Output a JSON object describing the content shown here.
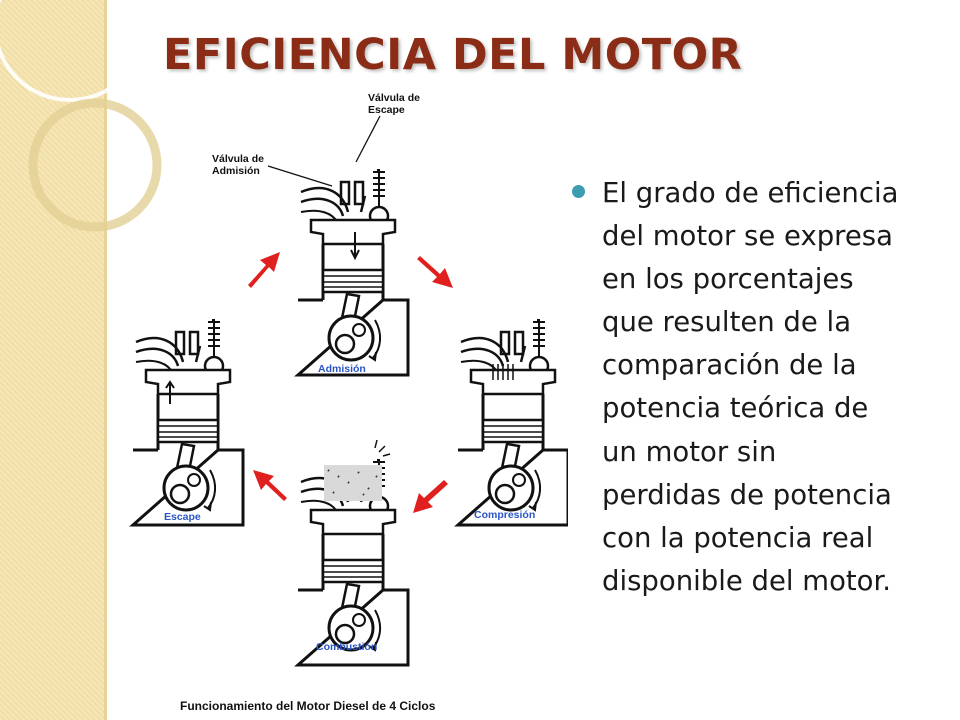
{
  "slide": {
    "title": "EFICIENCIA DEL MOTOR",
    "bullet": "El grado de eficiencia\ndel motor se expresa\nen los porcentajes\nque resulten de la\ncomparación de la\npotencia teórica  de\nun motor sin\nperdidas de potencia\ncon la potencia real\ndisponible del motor."
  },
  "diagram": {
    "labels": {
      "exhaust_valve": [
        "Válvula de",
        "Escape"
      ],
      "intake_valve": [
        "Válvula de",
        "Admisión"
      ]
    },
    "stages": {
      "intake": "Admisión",
      "compression": "Compresión",
      "combustion": "Combustión",
      "exhaust": "Escape"
    },
    "caption": "Funcionamiento del Motor Diesel de 4 Ciclos"
  },
  "colors": {
    "title": "#8b2c17",
    "bullet": "#3c9db0",
    "arrow": "#e0201e",
    "stage_label": "#2a56c6"
  }
}
